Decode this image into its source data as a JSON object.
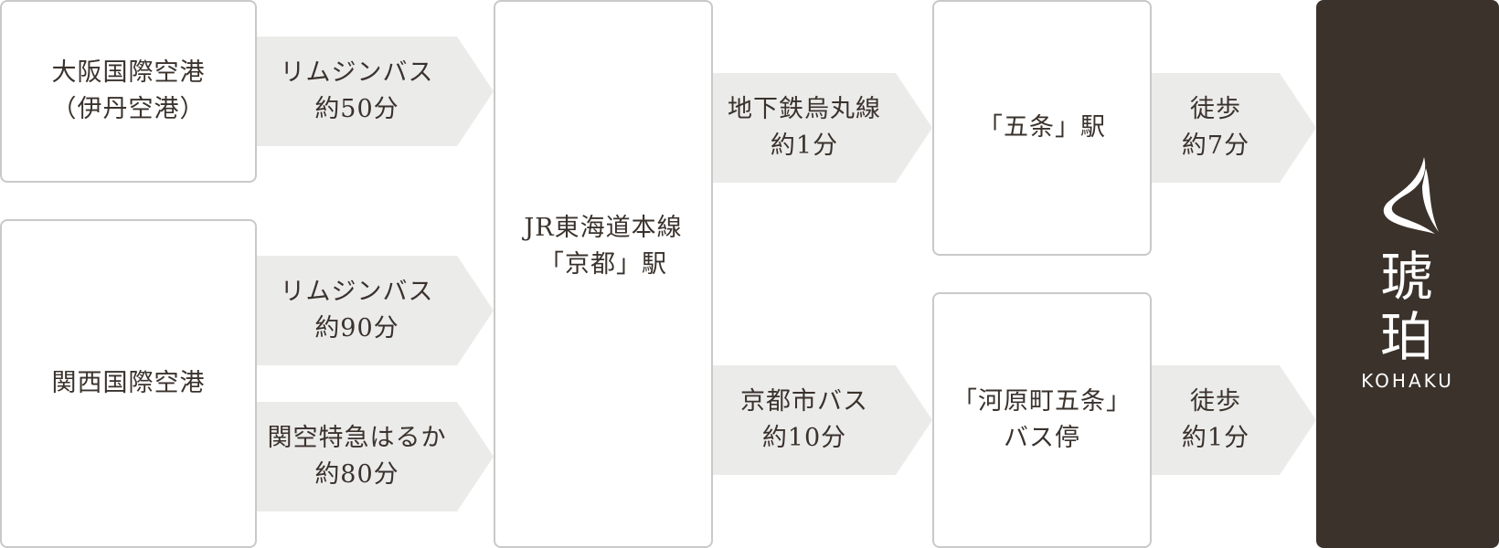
{
  "nodes": {
    "itami": "大阪国際空港\n（伊丹空港）",
    "kansai": "関西国際空港",
    "kyoto_station": "JR東海道本線\n「京都」駅",
    "gojo_station": "「五条」駅",
    "kawaramachi_stop": "「河原町五条」\nバス停"
  },
  "routes": {
    "itami_bus": "リムジンバス\n約50分",
    "kansai_bus": "リムジンバス\n約90分",
    "haruka": "関空特急はるか\n約80分",
    "subway": "地下鉄烏丸線\n約1分",
    "city_bus": "京都市バス\n約10分",
    "walk_gojo": "徒歩\n約7分",
    "walk_kawaramachi": "徒歩\n約1分"
  },
  "hotel": {
    "name": "琥\n珀",
    "roman": "KOHAKU"
  },
  "colors": {
    "arrow_fill": "#ebebea",
    "box_border": "#c9c9c9",
    "hotel_bg": "#3a322b",
    "text": "#3a322c"
  }
}
